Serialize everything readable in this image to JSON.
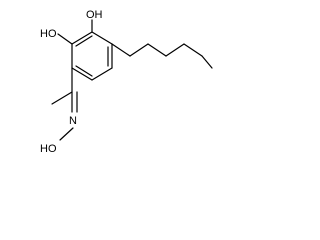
{
  "molecule": {
    "labels": {
      "hydroxyl_top": "OH",
      "hydroxyl_left": "HO",
      "oxime_nitrogen": "N",
      "oxime_hydroxyl": "HO"
    }
  }
}
